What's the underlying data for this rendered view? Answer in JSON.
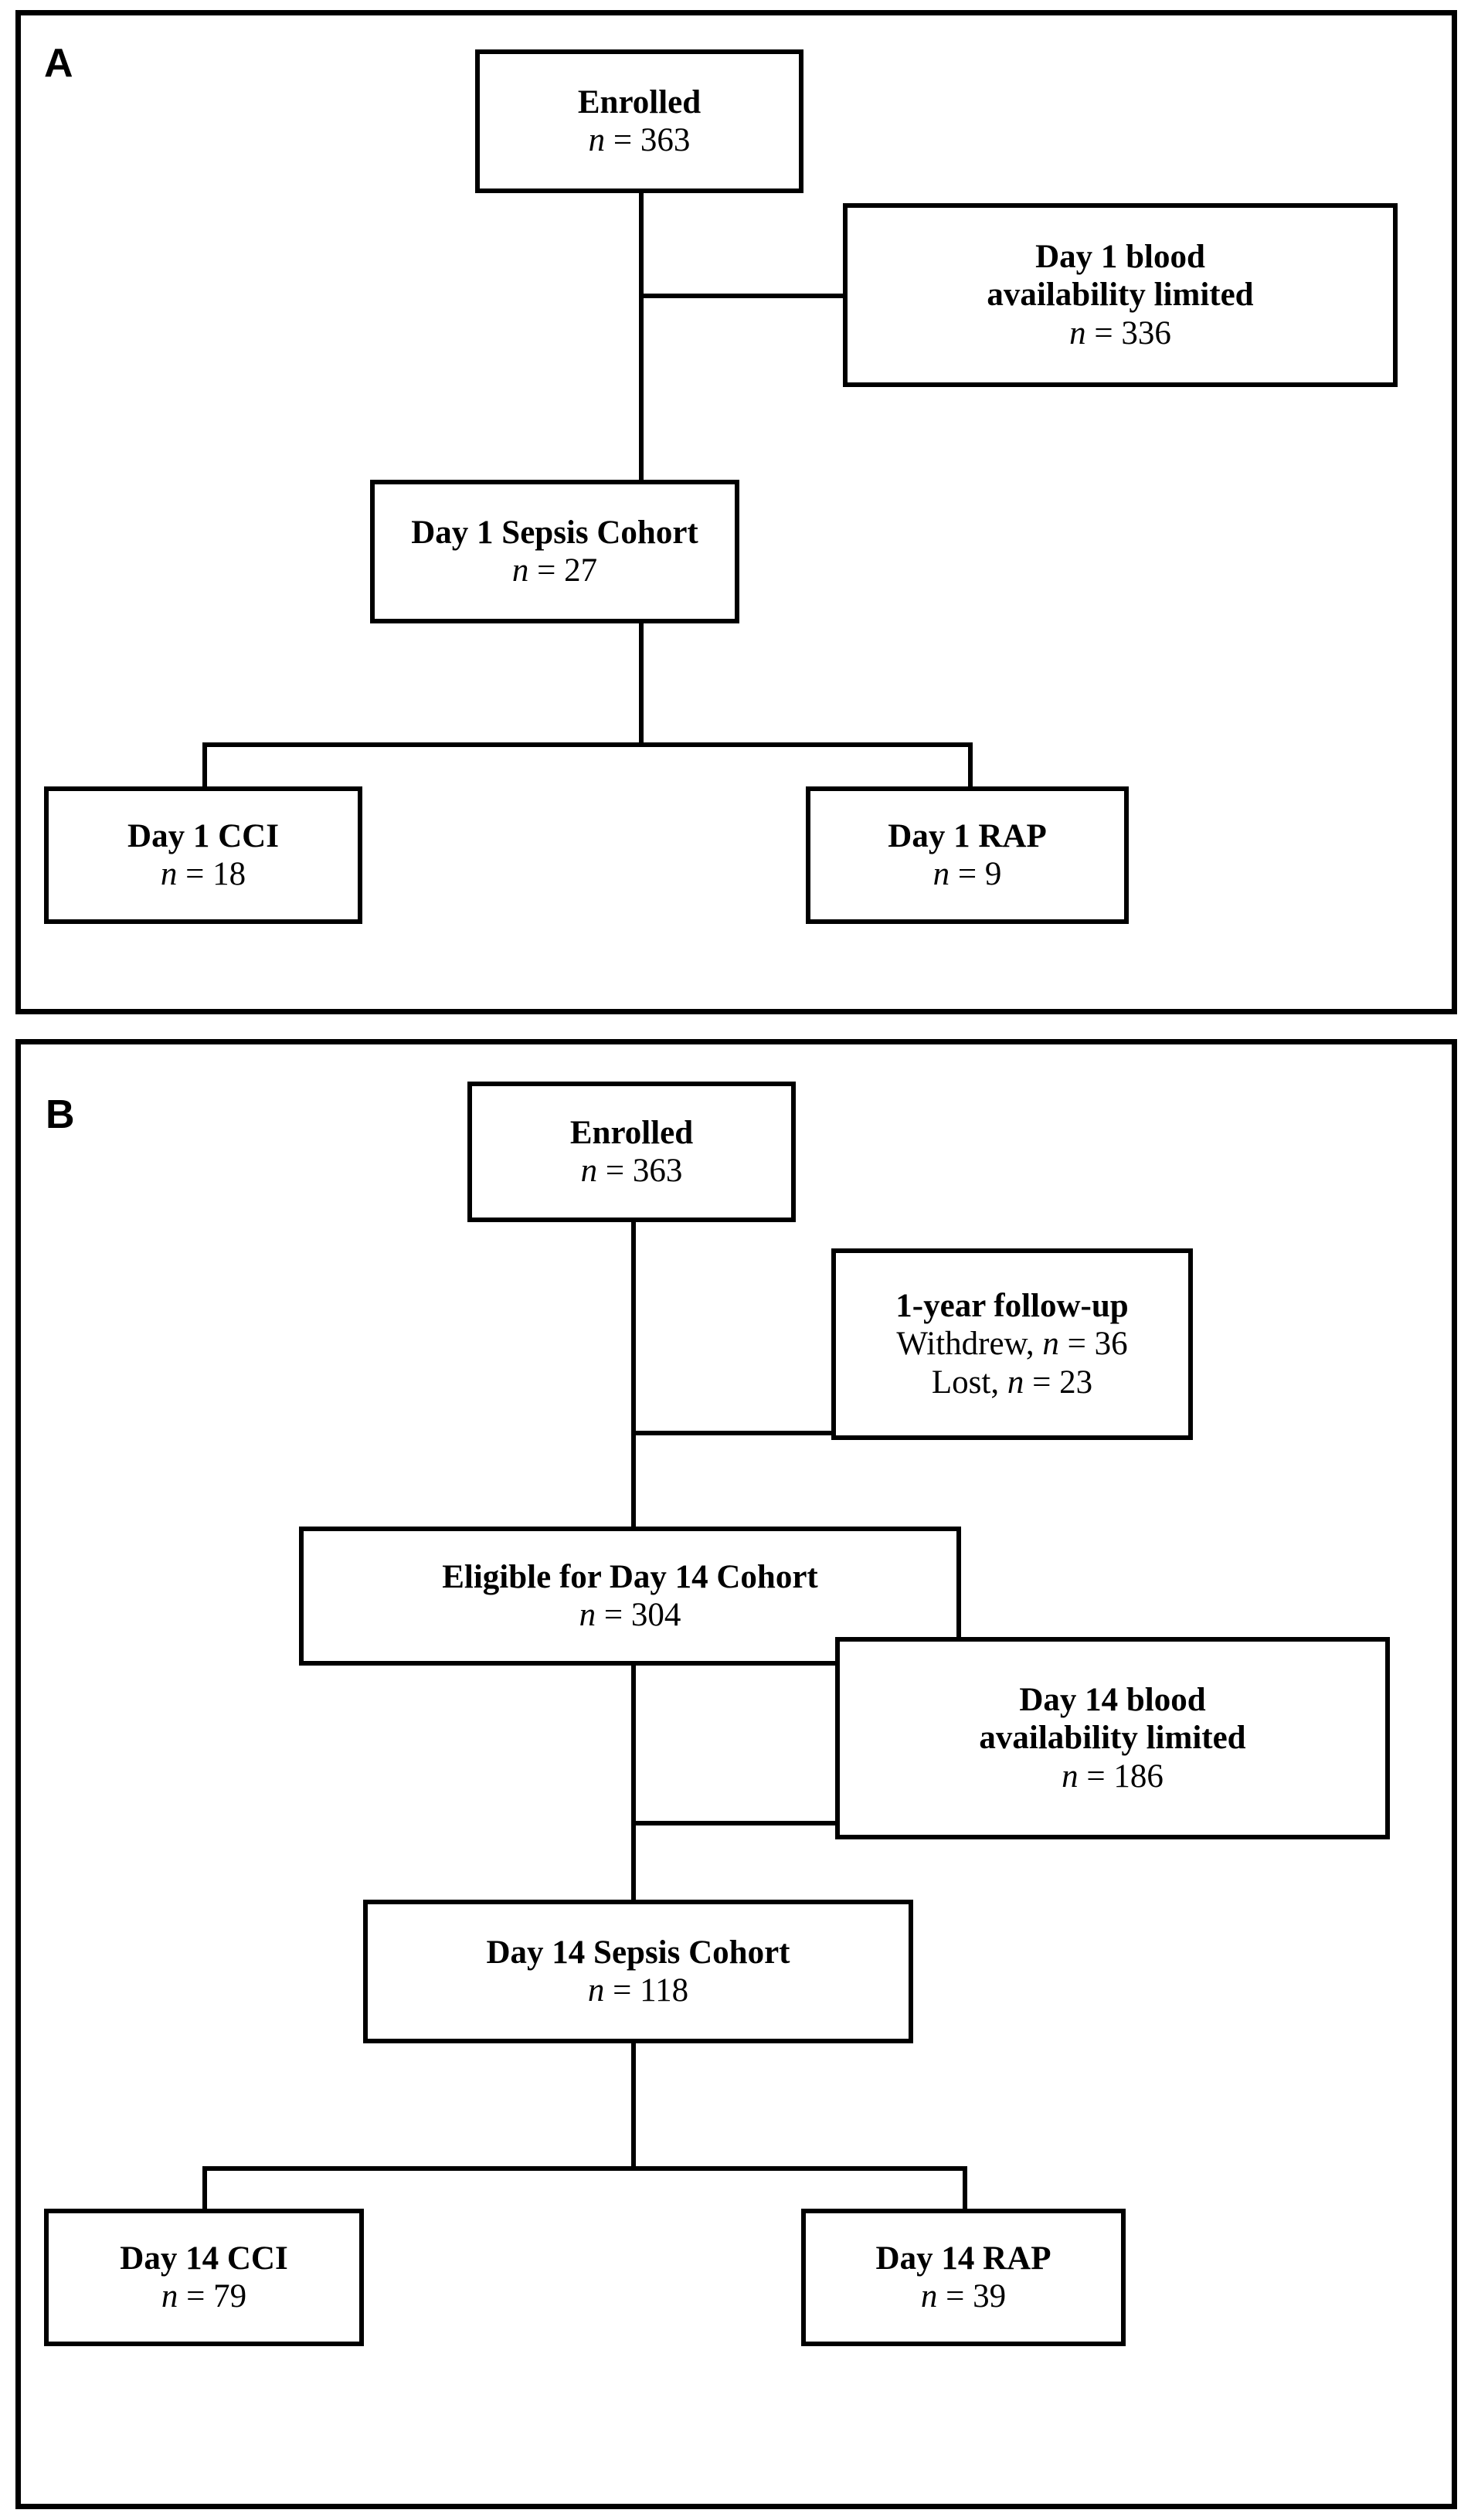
{
  "figure": {
    "type": "study-flow-diagram",
    "panels": [
      {
        "letter": "A",
        "nodes": {
          "enrolled": {
            "title": "Enrolled",
            "stat_prefix": "n",
            "stat_eq": " = ",
            "stat_value": "363"
          },
          "excluded": {
            "title_line1": "Day 1 blood",
            "title_line2": "availability limited",
            "stat_prefix": "n",
            "stat_eq": " = ",
            "stat_value": "336"
          },
          "cohort": {
            "title": "Day 1 Sepsis Cohort",
            "stat_prefix": "n",
            "stat_eq": " = ",
            "stat_value": "27"
          },
          "cci": {
            "title": "Day 1 CCI",
            "stat_prefix": "n",
            "stat_eq": " = ",
            "stat_value": "18"
          },
          "rap": {
            "title": "Day 1 RAP",
            "stat_prefix": "n",
            "stat_eq": " = ",
            "stat_value": "9"
          }
        }
      },
      {
        "letter": "B",
        "nodes": {
          "enrolled": {
            "title": "Enrolled",
            "stat_prefix": "n",
            "stat_eq": " = ",
            "stat_value": "363"
          },
          "followup": {
            "title": "1-year follow-up",
            "withdrew_label": "Withdrew, ",
            "withdrew_prefix": "n",
            "withdrew_eq": " = ",
            "withdrew_value": "36",
            "lost_label": "Lost, ",
            "lost_prefix": "n",
            "lost_eq": " = ",
            "lost_value": "23"
          },
          "eligible": {
            "title": "Eligible for Day 14 Cohort",
            "stat_prefix": "n",
            "stat_eq": " = ",
            "stat_value": "304"
          },
          "excluded": {
            "title_line1": "Day 14 blood",
            "title_line2": "availability limited",
            "stat_prefix": "n",
            "stat_eq": " = ",
            "stat_value": "186"
          },
          "cohort": {
            "title": "Day 14 Sepsis Cohort",
            "stat_prefix": "n",
            "stat_eq": " = ",
            "stat_value": "118"
          },
          "cci": {
            "title": "Day 14 CCI",
            "stat_prefix": "n",
            "stat_eq": " = ",
            "stat_value": "79"
          },
          "rap": {
            "title": "Day 14 RAP",
            "stat_prefix": "n",
            "stat_eq": " = ",
            "stat_value": "39"
          }
        }
      }
    ]
  },
  "chart_data": {
    "type": "diagram",
    "title": "",
    "panels": [
      {
        "id": "A",
        "label": "A",
        "flow": [
          {
            "id": "enrolled",
            "label": "Enrolled",
            "n": 363
          },
          {
            "id": "excluded",
            "label": "Day 1 blood availability limited",
            "n": 336,
            "branch": "side"
          },
          {
            "id": "cohort",
            "label": "Day 1 Sepsis Cohort",
            "n": 27
          },
          {
            "id": "cci",
            "label": "Day 1 CCI",
            "n": 18,
            "branch": "left"
          },
          {
            "id": "rap",
            "label": "Day 1 RAP",
            "n": 9,
            "branch": "right"
          }
        ],
        "edges": [
          [
            "enrolled",
            "excluded"
          ],
          [
            "enrolled",
            "cohort"
          ],
          [
            "cohort",
            "cci"
          ],
          [
            "cohort",
            "rap"
          ]
        ]
      },
      {
        "id": "B",
        "label": "B",
        "flow": [
          {
            "id": "enrolled",
            "label": "Enrolled",
            "n": 363
          },
          {
            "id": "followup",
            "label": "1-year follow-up",
            "withdrew": 36,
            "lost": 23,
            "branch": "side"
          },
          {
            "id": "eligible",
            "label": "Eligible for Day 14 Cohort",
            "n": 304
          },
          {
            "id": "excluded",
            "label": "Day 14 blood availability limited",
            "n": 186,
            "branch": "side"
          },
          {
            "id": "cohort",
            "label": "Day 14 Sepsis Cohort",
            "n": 118
          },
          {
            "id": "cci",
            "label": "Day 14 CCI",
            "n": 79,
            "branch": "left"
          },
          {
            "id": "rap",
            "label": "Day 14 RAP",
            "n": 39,
            "branch": "right"
          }
        ],
        "edges": [
          [
            "enrolled",
            "followup"
          ],
          [
            "enrolled",
            "eligible"
          ],
          [
            "eligible",
            "excluded"
          ],
          [
            "eligible",
            "cohort"
          ],
          [
            "cohort",
            "cci"
          ],
          [
            "cohort",
            "rap"
          ]
        ]
      }
    ],
    "colors": {
      "stroke": "#000000",
      "fill": "#ffffff",
      "text": "#000000"
    }
  }
}
